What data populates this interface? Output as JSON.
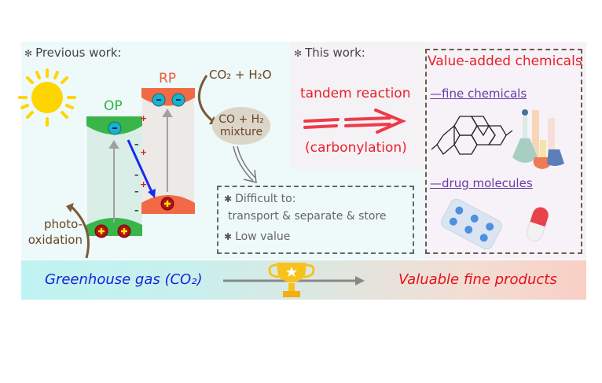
{
  "previous_work": {
    "title": "Previous work:",
    "op_label": "OP",
    "rp_label": "RP",
    "reactants": "CO₂ + H₂O",
    "products_line1": "CO + H₂",
    "products_line2": "mixture",
    "photo_label_line1": "photo-",
    "photo_label_line2": "oxidation",
    "drawbacks": {
      "item1_line1": "Difficult to:",
      "item1_line2": "transport & separate & store",
      "item2": "Low value"
    },
    "electron_symbol": "-",
    "hole_symbol": "+"
  },
  "this_work": {
    "title": "This work:",
    "reaction_label": "tandem reaction",
    "reaction_sublabel": "(carbonylation)"
  },
  "value_added": {
    "title": "Value-added chemicals",
    "fine_chemicals": "—fine chemicals",
    "drug_molecules": "—drug molecules"
  },
  "bottom_bar": {
    "left_label": "Greenhouse gas (CO₂)",
    "right_label": "Valuable fine products"
  },
  "colors": {
    "op_green": "#2fb14a",
    "rp_orange": "#f26a45",
    "accent_red": "#e8202a",
    "link_purple": "#6a3aa8",
    "co2_blue": "#1a22d8",
    "trophy_gold": "#f7c21b"
  }
}
